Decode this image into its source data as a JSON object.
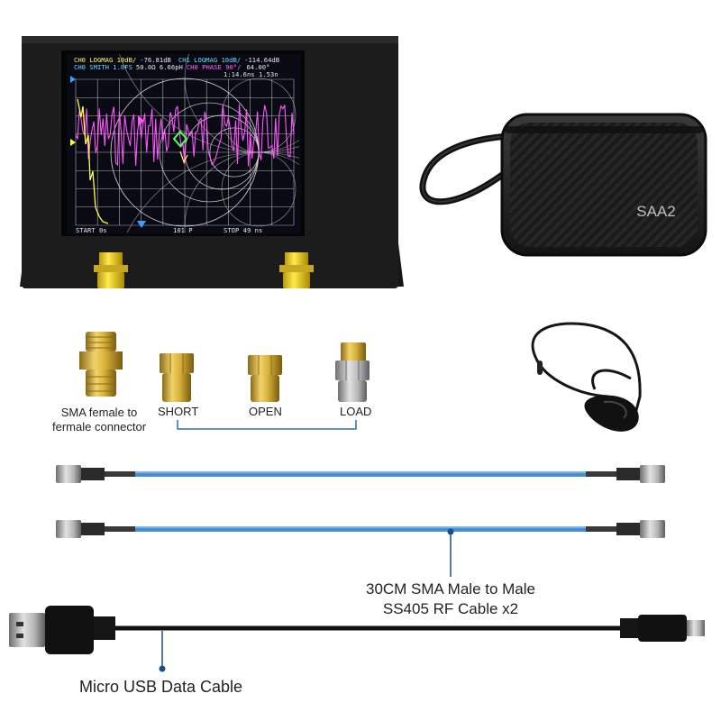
{
  "device": {
    "screen": {
      "header_rows": [
        [
          {
            "text": "CH0 LOGMAG 10dB/",
            "color": "#ffff66"
          },
          {
            "text": "-76.81dB",
            "color": "#e8e8e8"
          },
          {
            "text": "CH1 LOGMAG 10dB/",
            "color": "#66ddff"
          },
          {
            "text": "-114.64dB",
            "color": "#e8e8e8"
          }
        ],
        [
          {
            "text": "CH0 SMITH 1.0FS",
            "color": "#66ddff"
          },
          {
            "text": "50.0Ω 6.66pH",
            "color": "#e8e8e8"
          },
          {
            "text": "CH0 PHASE 90°/",
            "color": "#ff66ff"
          },
          {
            "text": "64.00°",
            "color": "#e8e8e8"
          }
        ],
        [
          {
            "text": "1:14.6ns 1.53n",
            "color": "#e8e8e8"
          }
        ]
      ],
      "footer": {
        "start": "START 0s",
        "points": "101 P",
        "stop": "STOP 49 ns"
      }
    }
  },
  "case": {
    "label": "SAA2"
  },
  "adapter": {
    "label_line1": "SMA female to",
    "label_line2": "fermale connector"
  },
  "cal_kit": [
    {
      "label": "SHORT"
    },
    {
      "label": "OPEN"
    },
    {
      "label": "LOAD"
    }
  ],
  "rf_cable": {
    "label_line1": "30CM SMA Male to Male",
    "label_line2": "SS405 RF Cable x2"
  },
  "usb_cable": {
    "label": "Micro USB Data Cable"
  },
  "colors": {
    "device_body": "#1c1c1c",
    "screen_bg": "#0a0a14",
    "grid": "#e0e0e0",
    "trace_yellow": "#ffff44",
    "trace_magenta": "#ff55ff",
    "marker": "#55ff55",
    "brass": "#d7b23a",
    "cable_blue": "#4a8fd0",
    "pointer": "#1a4f8a"
  }
}
